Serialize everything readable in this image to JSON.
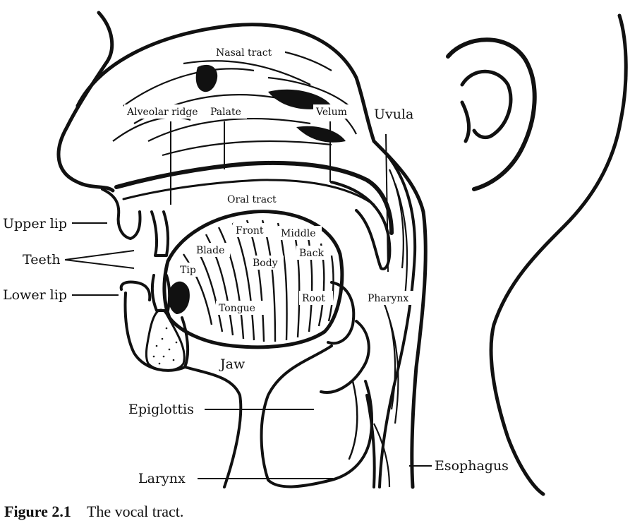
{
  "figure": {
    "caption_number": "Figure 2.1",
    "caption_text": "The vocal tract."
  },
  "labels": {
    "nasal_tract": "Nasal tract",
    "alveolar_ridge": "Alveolar ridge",
    "palate": "Palate",
    "velum": "Velum",
    "uvula": "Uvula",
    "oral_tract": "Oral tract",
    "upper_lip": "Upper lip",
    "teeth": "Teeth",
    "lower_lip": "Lower lip",
    "front": "Front",
    "middle": "Middle",
    "blade": "Blade",
    "back": "Back",
    "tip": "Tip",
    "body": "Body",
    "tongue": "Tongue",
    "root": "Root",
    "pharynx": "Pharynx",
    "jaw": "Jaw",
    "epiglottis": "Epiglottis",
    "larynx": "Larynx",
    "esophagus": "Esophagus"
  }
}
